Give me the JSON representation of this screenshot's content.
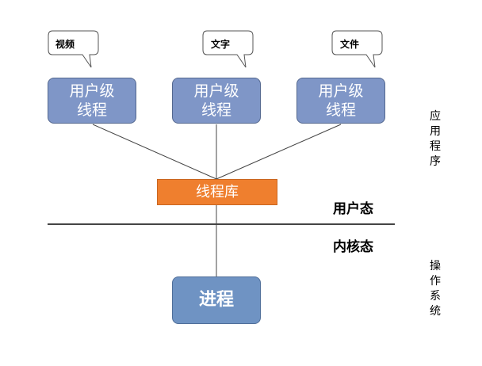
{
  "callouts": {
    "video": "视频",
    "text": "文字",
    "file": "文件"
  },
  "thread_box": {
    "line1": "用户级",
    "line2": "线程"
  },
  "thread_library": "线程库",
  "user_mode": "用户态",
  "kernel_mode": "内核态",
  "process": "进程",
  "side_labels": {
    "application": "应用程序",
    "os": "操作系统"
  },
  "colors": {
    "thread_box": "#7f96c7",
    "library": "#ef7f2e",
    "process": "#6f93c3"
  }
}
